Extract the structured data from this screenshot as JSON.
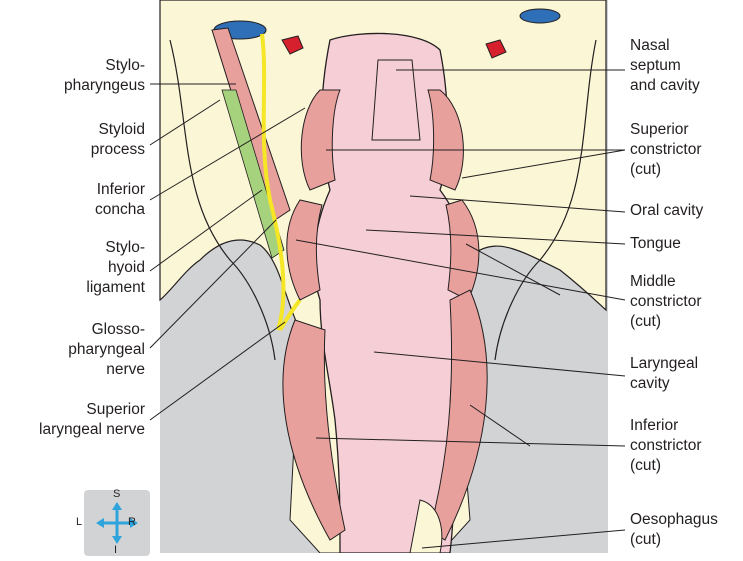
{
  "labels_left": [
    {
      "id": "stylopharyngeus",
      "text": "Stylo-\npharyngeus"
    },
    {
      "id": "styloid-process",
      "text": "Styloid\nprocess"
    },
    {
      "id": "inferior-concha",
      "text": "Inferior\nconcha"
    },
    {
      "id": "stylohyoid-ligament",
      "text": "Stylo-\nhyoid\nligament"
    },
    {
      "id": "glossopharyngeal-nerve",
      "text": "Glosso-\npharyngeal\nnerve"
    },
    {
      "id": "superior-laryngeal-nerve",
      "text": "Superior\nlaryngeal nerve"
    }
  ],
  "labels_right": [
    {
      "id": "nasal-septum",
      "text": "Nasal\nseptum\nand cavity"
    },
    {
      "id": "superior-constrictor",
      "text": "Superior\nconstrictor\n(cut)"
    },
    {
      "id": "oral-cavity",
      "text": "Oral cavity"
    },
    {
      "id": "tongue",
      "text": "Tongue"
    },
    {
      "id": "middle-constrictor",
      "text": "Middle\nconstrictor\n(cut)"
    },
    {
      "id": "laryngeal-cavity",
      "text": "Laryngeal\ncavity"
    },
    {
      "id": "inferior-constrictor",
      "text": "Inferior\nconstrictor\n(cut)"
    },
    {
      "id": "oesophagus",
      "text": "Oesophagus\n(cut)"
    }
  ],
  "compass": {
    "top": "S",
    "left": "L",
    "right": "R",
    "bottom": "I"
  },
  "colors": {
    "bone": "#fbf6d6",
    "background_grey": "#d1d3d4",
    "muscle": "#e8a09c",
    "mucosa": "#f6cfd6",
    "nerve": "#f5e626",
    "ligament": "#a6d27d",
    "vessel_blue": "#2e6fb8",
    "vessel_red": "#d7202e",
    "compass_arrow": "#2ea3dc"
  }
}
